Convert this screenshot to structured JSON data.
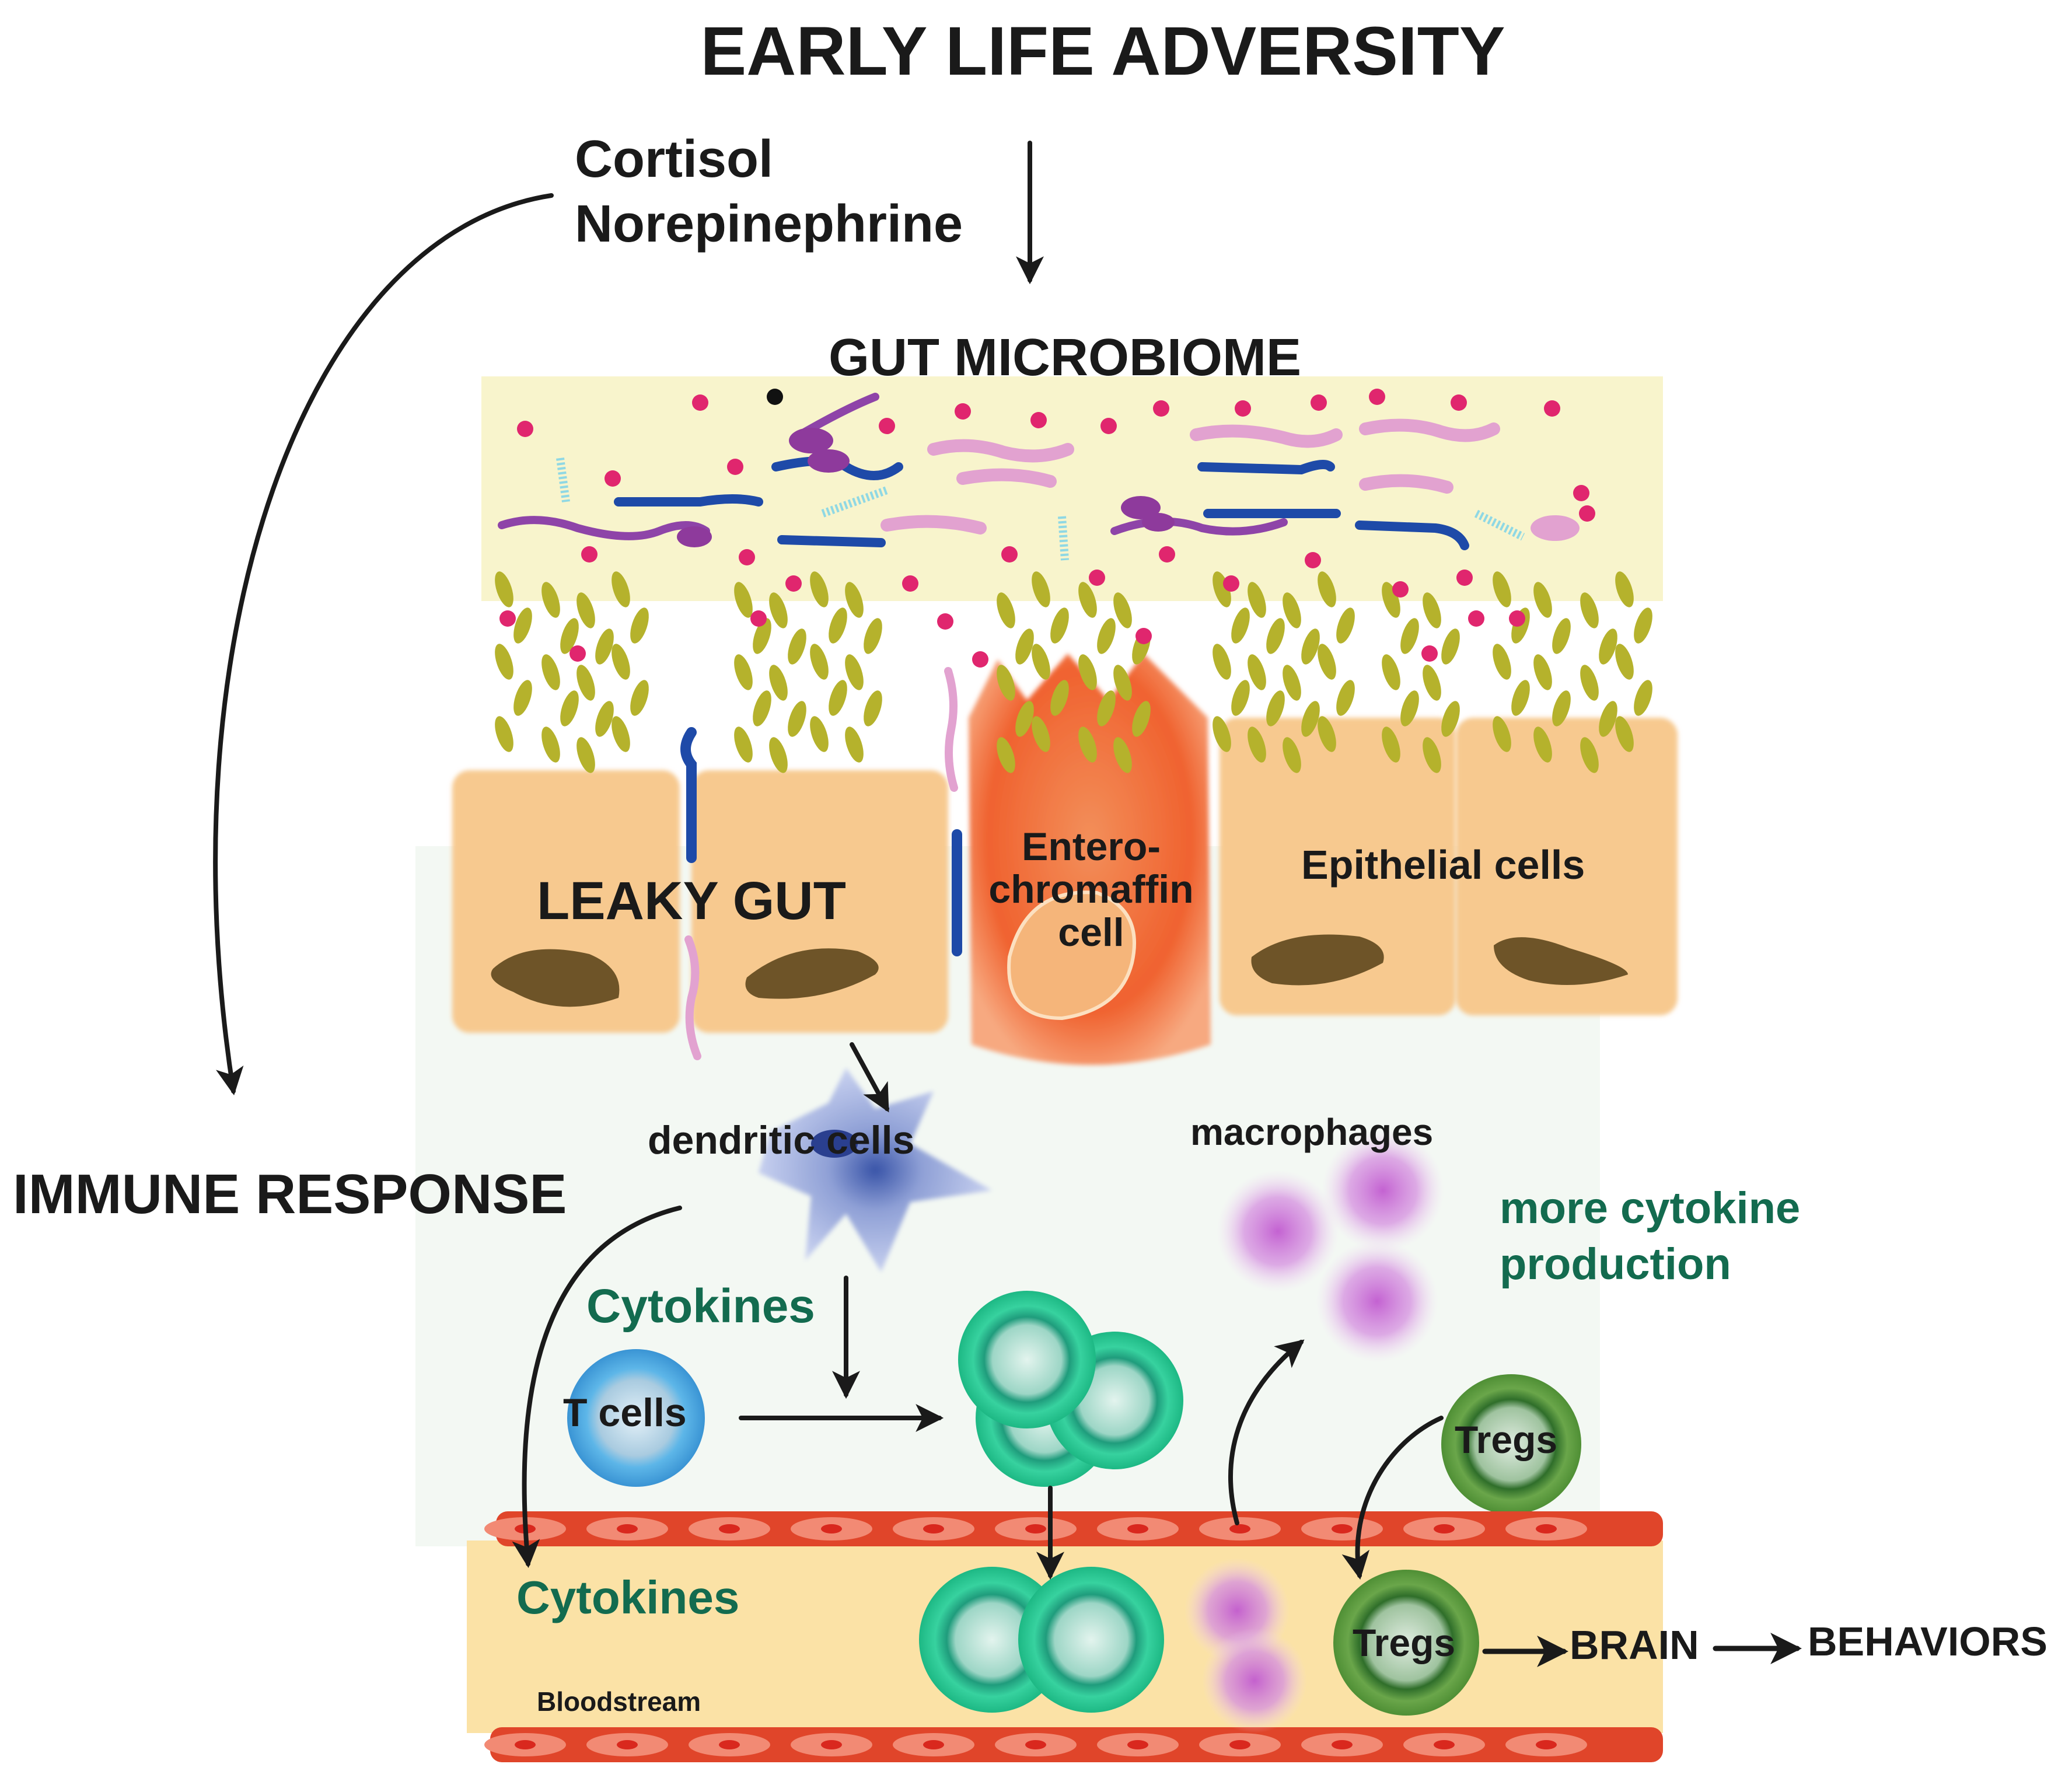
{
  "title": "EARLY LIFE ADVERSITY",
  "hormones": {
    "line1": "Cortisol",
    "line2": "Norepinephrine"
  },
  "gut_microbiome": "GUT MICROBIOME",
  "leaky_gut": "LEAKY GUT",
  "enterochromaffin": {
    "line1": "Entero-",
    "line2": "chromaffin",
    "line3": "cell"
  },
  "epithelial": "Epithelial cells",
  "immune_response": "IMMUNE RESPONSE",
  "dendritic": "dendritic cells",
  "macrophages": "macrophages",
  "more_cytokine": {
    "line1": "more cytokine",
    "line2": "production"
  },
  "cytokines_tissue": "Cytokines",
  "tcells": "T cells",
  "tregs_tissue": "Tregs",
  "cytokines_blood": "Cytokines",
  "bloodstream": "Bloodstream",
  "tregs_blood": "Tregs",
  "brain": "BRAIN",
  "behaviors": "BEHAVIORS",
  "colors": {
    "lumen": "#f8f4cc",
    "epithelium": "#f7c98f",
    "enterochromaffin": "#f2643a",
    "villi": "#b5b22c",
    "blood_wall": "#e0452a",
    "plasma": "#fbe2a6",
    "cytokine_text": "#136b4f",
    "tcell": "#5db6e8",
    "activated_tcell": "#2fc896",
    "treg": "#5a9c3e",
    "macrophage": "#b556c4"
  }
}
